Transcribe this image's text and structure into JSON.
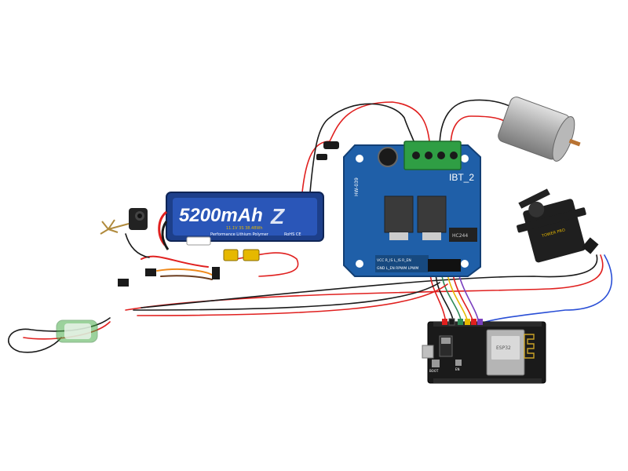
{
  "battery": {
    "capacity_label": "5200mAh",
    "spec_label": "11.1V 3S 38.48Wh",
    "brand_letter": "Z",
    "series_label": "Performance Lithium Polymer",
    "cert_label": "RoHS CE"
  },
  "driver": {
    "model_label": "IBT_2",
    "code_label": "HW-039",
    "pin_row1": "VCC R_IS L_IS R_EN",
    "pin_row2": "GND L_EN RPWM LPWM",
    "chip_label": "HC244"
  },
  "esp32": {
    "boot_label": "BOOT",
    "en_label": "EN",
    "module_label": "ESP32"
  },
  "servo": {
    "brand_label": "TOWER PRO"
  },
  "colors": {
    "wire_red": "#e0201f",
    "wire_black": "#1a1a1a",
    "wire_blue": "#2a4fd6",
    "wire_green": "#2e8b57",
    "wire_yellow": "#e6b800",
    "wire_purple": "#7b3fbf",
    "board_blue": "#1f5fa8",
    "terminal_green": "#2f9e44"
  }
}
